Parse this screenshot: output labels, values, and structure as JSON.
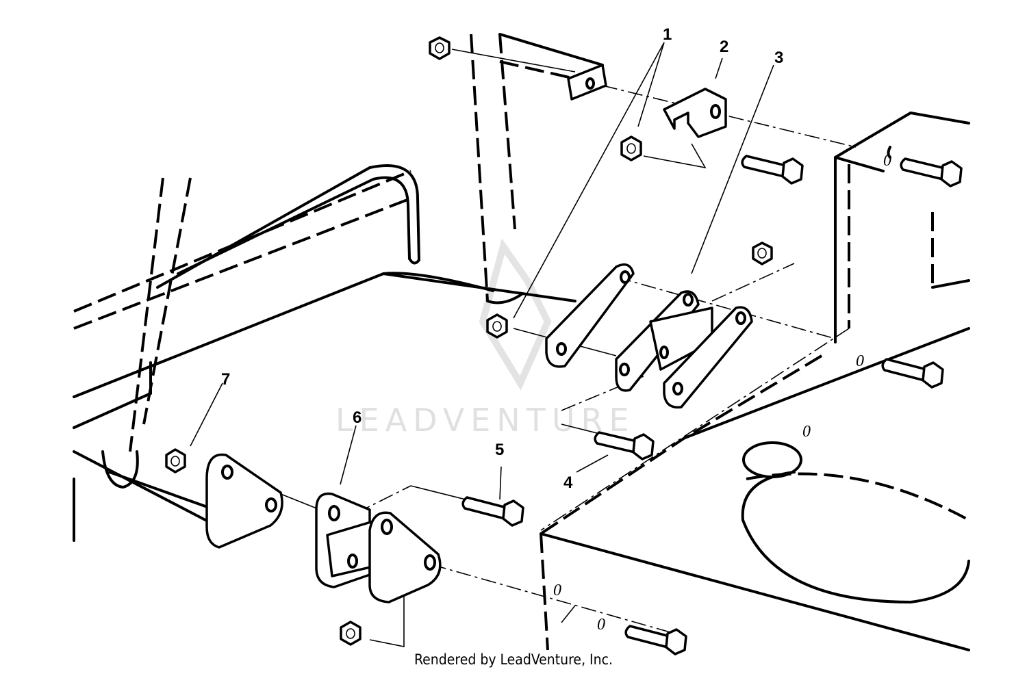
{
  "diagram": {
    "callouts": [
      {
        "id": "callout-1",
        "label": "1"
      },
      {
        "id": "callout-2",
        "label": "2"
      },
      {
        "id": "callout-3",
        "label": "3"
      },
      {
        "id": "callout-4",
        "label": "4"
      },
      {
        "id": "callout-5",
        "label": "5"
      },
      {
        "id": "callout-6",
        "label": "6"
      },
      {
        "id": "callout-7",
        "label": "7"
      }
    ],
    "watermark": "LEADVENTURE",
    "footer": "Rendered by LeadVenture, Inc."
  }
}
